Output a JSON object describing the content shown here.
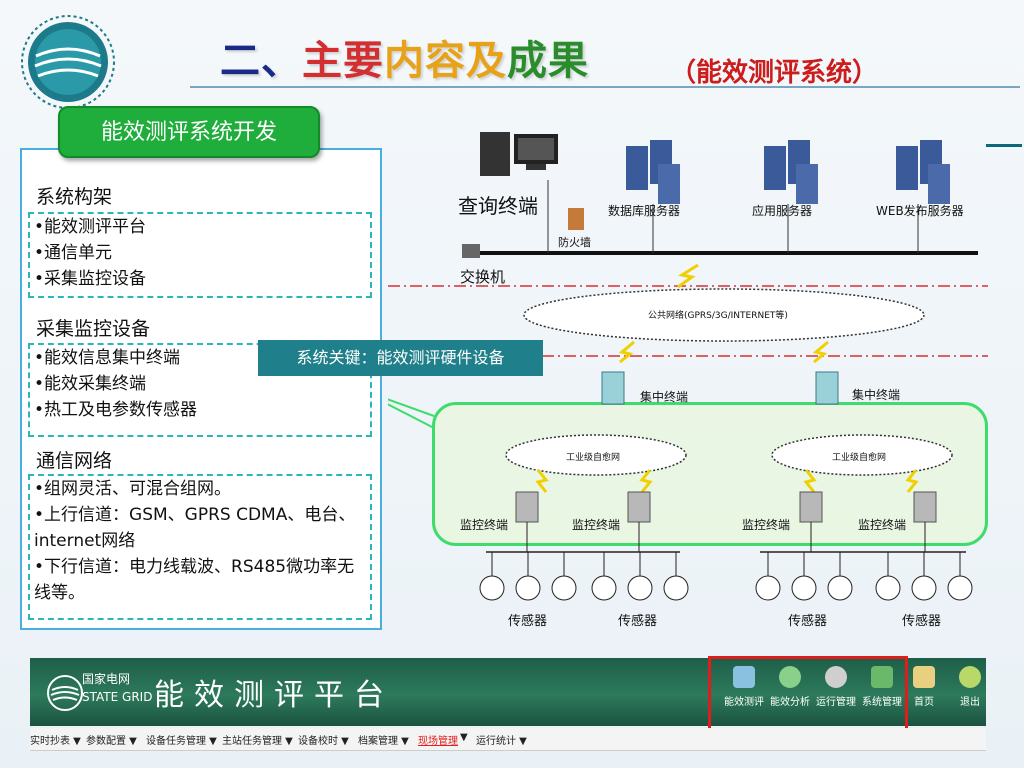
{
  "title": {
    "part1": "二、",
    "part2": "主要",
    "part3": "内容",
    "part4": "及",
    "part5": "成果",
    "subtitle": "（能效测评系统）"
  },
  "green_box": "能效测评系统开发",
  "left_panel": {
    "sec1_title": "系统构架",
    "sec1_items": [
      "•能效测评平台",
      "•通信单元",
      "•采集监控设备"
    ],
    "sec2_title": "采集监控设备",
    "sec2_items": [
      "•能效信息集中终端",
      "•能效采集终端",
      "•热工及电参数传感器"
    ],
    "sec3_title": "通信网络",
    "sec3_items": [
      "•组网灵活、可混合组网。",
      "•上行信道：GSM、GPRS CDMA、电台、internet网络",
      "•下行信道：电力线载波、RS485微功率无线等。"
    ]
  },
  "callout": "系统关键：能效测评硬件设备",
  "diagram": {
    "query_terminal": "查询终端",
    "firewall": "防火墙",
    "switch": "交换机",
    "db_server": "数据库服务器",
    "app_server": "应用服务器",
    "web_server": "WEB发布服务器",
    "public_net": "公共网络(GPRS/3G/INTERNET等)",
    "concentrator": "集中终端",
    "industrial_net": "工业级自愈网",
    "monitor": "监控终端",
    "sensor": "传感器"
  },
  "platform": {
    "logo_text1": "国家电网",
    "logo_text2": "STATE GRID",
    "title": "能效测评平台",
    "tools": [
      "能效测评",
      "能效分析",
      "运行管理",
      "系统管理",
      "首页",
      "退出"
    ],
    "menu": [
      "实时抄表 ▼",
      "参数配置 ▼",
      "设备任务管理 ▼",
      "主站任务管理 ▼",
      "设备校时 ▼",
      "档案管理 ▼",
      "现场管理",
      "运行统计 ▼"
    ]
  },
  "colors": {
    "accent_green": "#1fae3c",
    "callout_teal": "#1f7f8a",
    "highlight_red": "#e01c1c",
    "panel_border": "#48b0e0"
  }
}
